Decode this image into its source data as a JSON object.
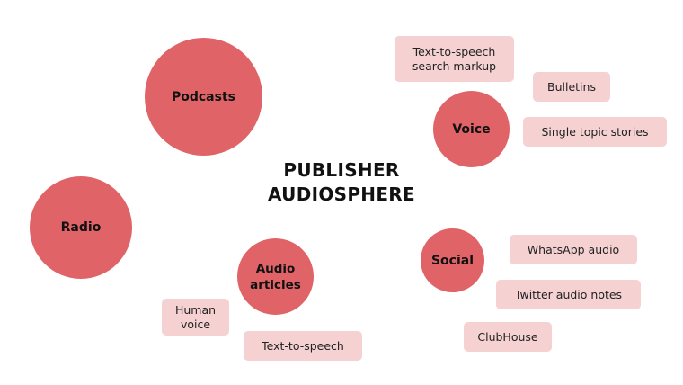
{
  "colors": {
    "circle": "#e06467",
    "pill": "#f5d1d2",
    "text": "#111111"
  },
  "title": {
    "line1": "PUBLISHER",
    "line2": "AUDIOSPHERE"
  },
  "nodes": {
    "podcasts": "Podcasts",
    "radio": "Radio",
    "voice": "Voice",
    "audio_articles": "Audio articles",
    "social": "Social"
  },
  "tags": {
    "tts_search_markup": "Text-to-speech search markup",
    "bulletins": "Bulletins",
    "single_topic_stories": "Single topic stories",
    "whatsapp_audio": "WhatsApp audio",
    "twitter_audio_notes": "Twitter audio notes",
    "clubhouse": "ClubHouse",
    "human_voice": "Human voice",
    "text_to_speech": "Text-to-speech"
  }
}
